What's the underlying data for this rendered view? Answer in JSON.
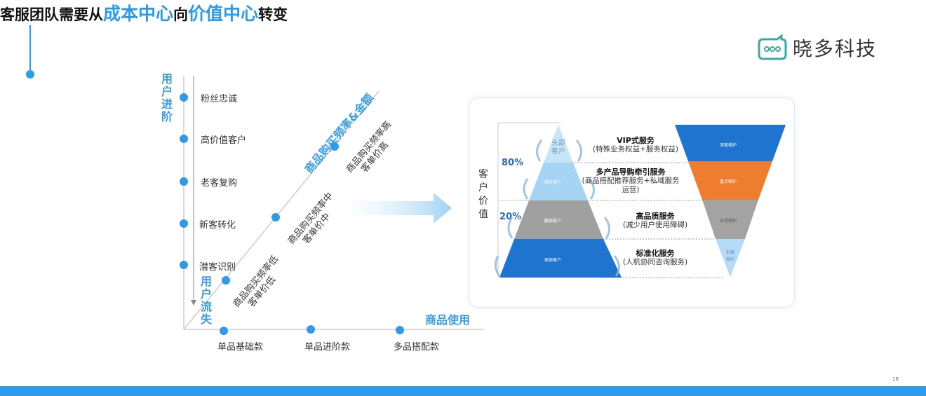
{
  "header": {
    "title_parts": [
      "客服团队需要从",
      "成本中心",
      "向",
      "价值中心",
      "转变"
    ],
    "logo_text": "晓多科技"
  },
  "left_chart": {
    "y_axis_top_label": "用户进阶",
    "y_axis_bottom_label": "用户流失",
    "y_levels": [
      "粉丝忠诚",
      "高价值客户",
      "老客复购",
      "新客转化",
      "潜客识别"
    ],
    "diagonal_label": "商品购买频率&金额",
    "diagonal_points": [
      {
        "line1": "商品购买频率低",
        "line2": "客单价低"
      },
      {
        "line1": "商品购买频率中",
        "line2": "客单价中"
      },
      {
        "line1": "商品购买频率高",
        "line2": "客单价高"
      }
    ],
    "x_axis_label": "商品使用",
    "x_levels": [
      "单品基础款",
      "单品进阶款",
      "多品搭配款"
    ]
  },
  "right_panel": {
    "y_label": "客户价值",
    "pct_top": "80%",
    "pct_bottom": "20%",
    "pyramid_layers": [
      "头部客户",
      "高阶客户",
      "腰部客户",
      "尾部客户"
    ],
    "services": [
      {
        "title": "VIP式服务",
        "desc": "(特殊业务权益+服务权益)"
      },
      {
        "title": "多产品导购牵引服务",
        "desc": "(商品搭配推荐服务+私域服务运营)"
      },
      {
        "title": "高品质服务",
        "desc": "(减少用户使用障碍)"
      },
      {
        "title": "标准化服务",
        "desc": "(人机协同咨询服务)"
      }
    ],
    "funnel_layers": [
      "深度维护",
      "重点维护",
      "日常维护",
      "批量维护"
    ],
    "colors": {
      "dark_blue": "#1f74cf",
      "orange": "#ef7d2f",
      "gray": "#a3a3a3",
      "light_blue": "#b4dcf6"
    }
  },
  "footer": {
    "page_number": "16"
  }
}
